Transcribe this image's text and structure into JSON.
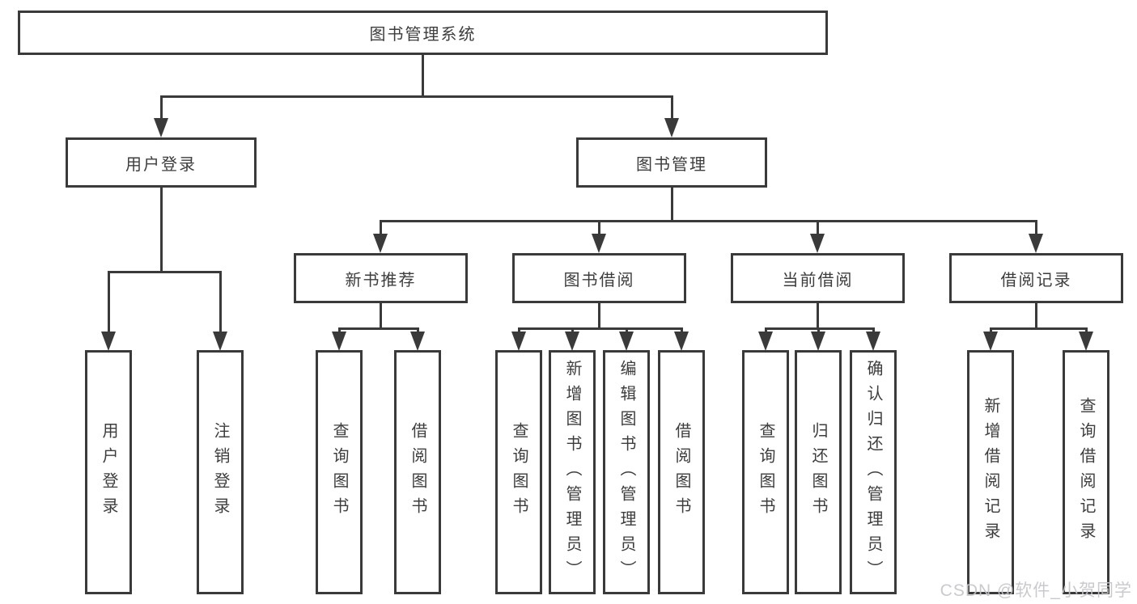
{
  "diagram": {
    "root": "图书管理系统",
    "branches": [
      {
        "label": "用户登录",
        "children": [
          "用户登录",
          "注销登录"
        ]
      },
      {
        "label": "图书管理",
        "children": [
          {
            "label": "新书推荐",
            "children": [
              "查询图书",
              "借阅图书"
            ]
          },
          {
            "label": "图书借阅",
            "children": [
              "查询图书",
              "新增图书（管理员）",
              "编辑图书（管理员）",
              "借阅图书"
            ]
          },
          {
            "label": "当前借阅",
            "children": [
              "查询图书",
              "归还图书",
              "确认归还（管理员）"
            ]
          },
          {
            "label": "借阅记录",
            "children": [
              "新增借阅记录",
              "查询借阅记录"
            ]
          }
        ]
      }
    ]
  },
  "watermark": "CSDN @软件_小贺同学",
  "colors": {
    "line": "#3a3a3a",
    "text": "#3d3d3d",
    "watermark": "#c6c6ca",
    "background": "#ffffff"
  }
}
